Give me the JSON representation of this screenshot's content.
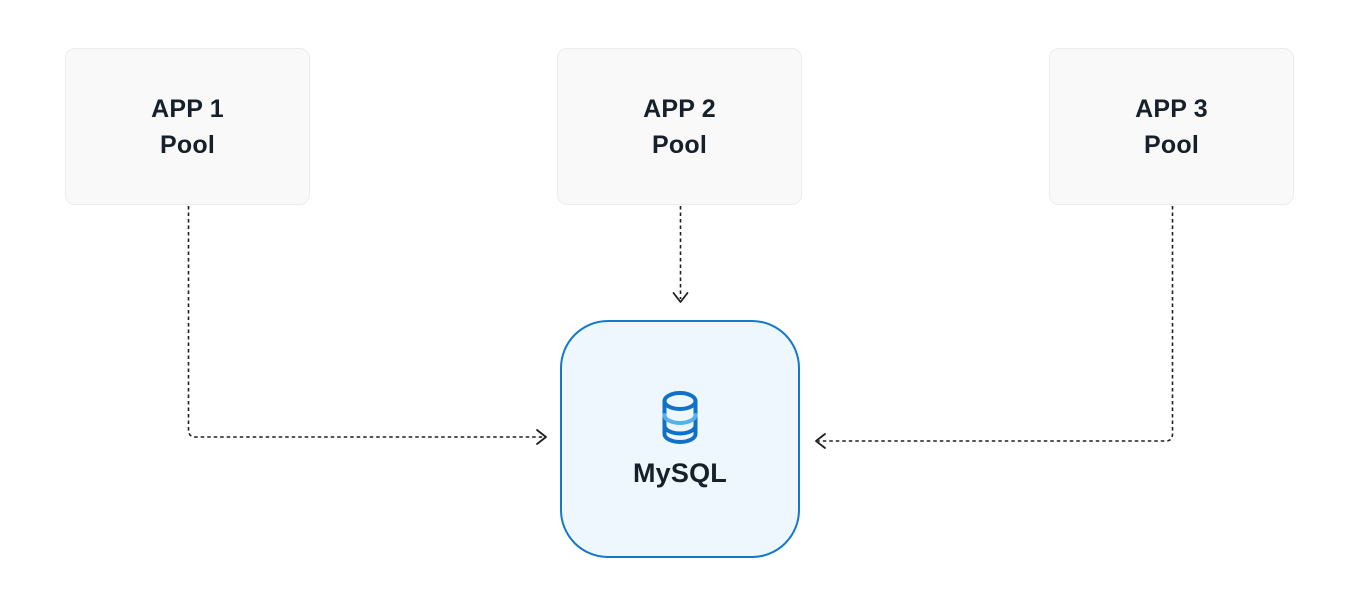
{
  "diagram": {
    "nodes": [
      {
        "id": "app1",
        "line1": "APP 1",
        "line2": "Pool"
      },
      {
        "id": "app2",
        "line1": "APP 2",
        "line2": "Pool"
      },
      {
        "id": "app3",
        "line1": "APP 3",
        "line2": "Pool"
      }
    ],
    "database": {
      "label": "MySQL",
      "icon": "database-icon"
    },
    "edges": [
      {
        "from": "APP 1 Pool",
        "to": "MySQL",
        "style": "dashed-arrow"
      },
      {
        "from": "APP 2 Pool",
        "to": "MySQL",
        "style": "dashed-arrow"
      },
      {
        "from": "APP 3 Pool",
        "to": "MySQL",
        "style": "dashed-arrow"
      }
    ],
    "colors": {
      "app_node_bg": "#f9f9f9",
      "app_node_border": "#ececec",
      "db_node_bg": "#eef7fd",
      "db_node_border": "#1478cd",
      "db_icon_primary": "#0e72c8",
      "db_icon_accent": "#55b1ea",
      "arrow": "#1e1e1e",
      "text": "#16202b"
    }
  }
}
